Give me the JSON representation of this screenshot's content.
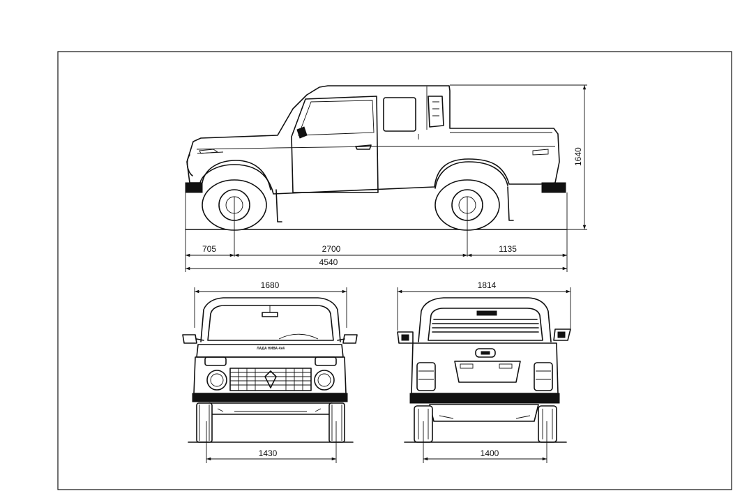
{
  "drawing": {
    "side_view": {
      "dimensions": {
        "front_overhang": "705",
        "wheelbase": "2700",
        "rear_overhang": "1135",
        "overall_length": "4540",
        "overall_height": "1640"
      }
    },
    "front_view": {
      "dimensions": {
        "overall_width": "1680",
        "front_track": "1430"
      },
      "grille_badge_text": "ЛАДА НИВА 4x4"
    },
    "rear_view": {
      "dimensions": {
        "width_with_mirrors": "1814",
        "rear_track": "1400"
      }
    }
  }
}
